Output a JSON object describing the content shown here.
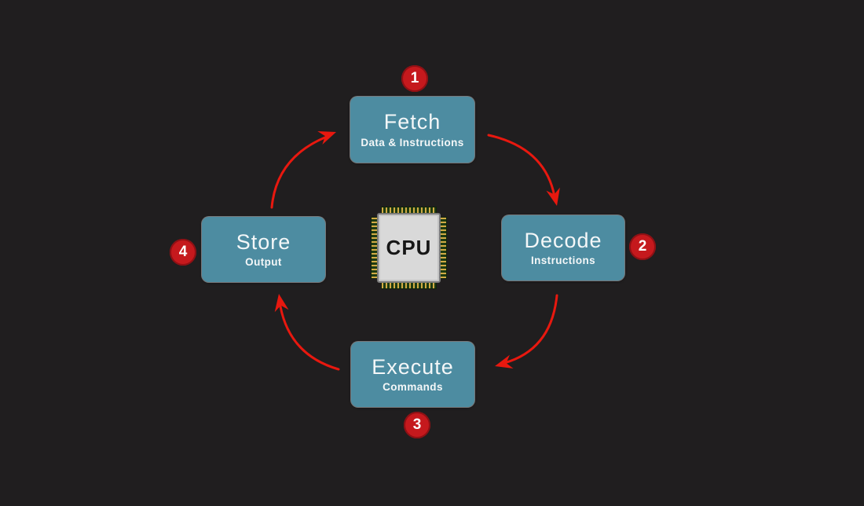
{
  "diagram": {
    "type": "cycle-diagram",
    "cpu_label": "CPU",
    "steps": [
      {
        "number": "1",
        "title": "Fetch",
        "subtitle": "Data & Instructions",
        "badge_position": "top"
      },
      {
        "number": "2",
        "title": "Decode",
        "subtitle": "Instructions",
        "badge_position": "right"
      },
      {
        "number": "3",
        "title": "Execute",
        "subtitle": "Commands",
        "badge_position": "bottom"
      },
      {
        "number": "4",
        "title": "Store",
        "subtitle": "Output",
        "badge_position": "left"
      }
    ],
    "colors": {
      "background": "#201e1f",
      "step_box": "#4d8ca1",
      "step_text": "#f4f7f8",
      "badge": "#c5191d",
      "arrow": "#e8180f",
      "chip_body": "#d9d9d9",
      "chip_pins_gold": "#d2ab45",
      "chip_pins_green": "#1e3b12"
    }
  }
}
